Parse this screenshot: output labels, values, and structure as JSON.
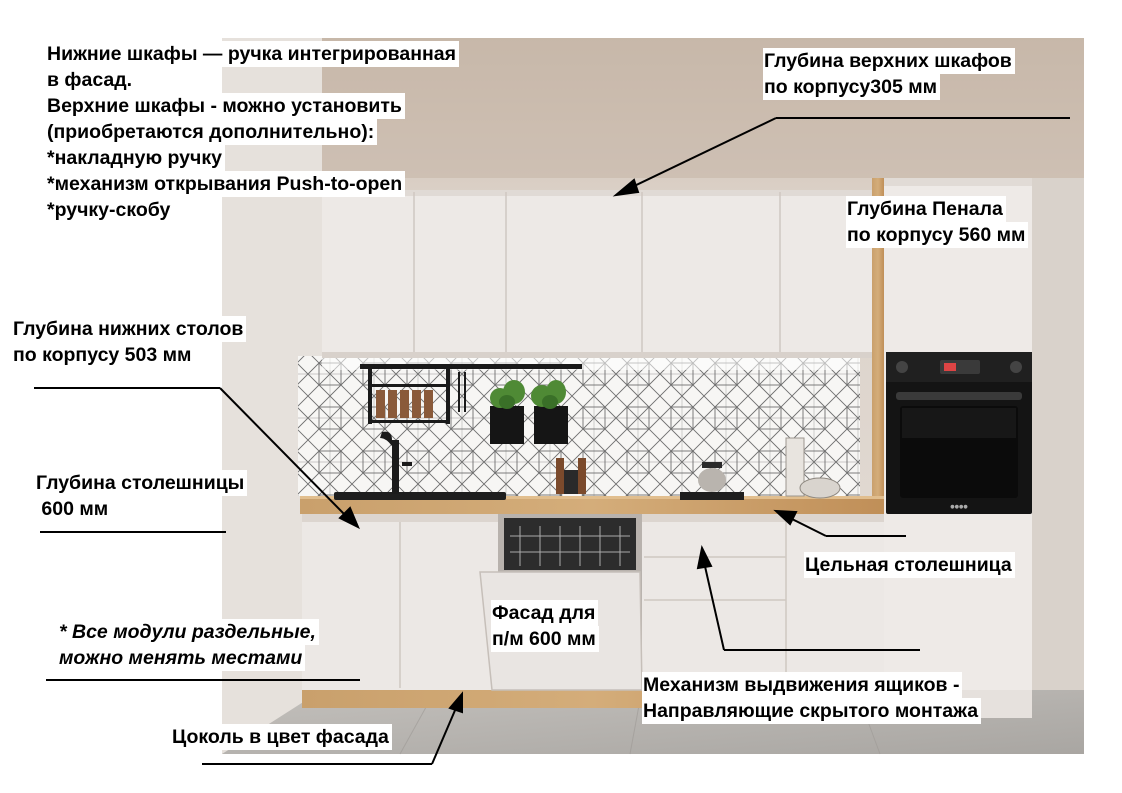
{
  "annotations": {
    "top_left": [
      "Нижние шкафы — ручка интегрированная",
      "в фасад.",
      "Верхние шкафы - можно установить",
      "(приобретаются дополнительно):",
      "*накладную ручку",
      "*механизм открывания Push-to-open",
      "*ручку-скобу"
    ],
    "upper_cabinets_depth": [
      "Глубина верхних шкафов",
      "по корпусу305 мм"
    ],
    "tall_cabinet_depth": [
      "Глубина Пенала",
      "по корпусу 560 мм"
    ],
    "lower_cabinets_depth": [
      "Глубина нижних столов",
      "по корпусу 503 мм"
    ],
    "countertop_depth": [
      "Глубина столешницы",
      " 600 мм"
    ],
    "solid_countertop": [
      "Цельная столешница"
    ],
    "dishwasher_facade": [
      "Фасад для",
      "п/м 600 мм"
    ],
    "modules_note": [
      "* Все модули раздельные,",
      "можно менять местами"
    ],
    "drawer_mechanism": [
      "Механизм выдвижения ящиков -",
      "Направляющие скрытого монтажа"
    ],
    "plinth": [
      "Цоколь в цвет фасада"
    ]
  },
  "colors": {
    "wall": "#ddd5cf",
    "ceiling": "#c7b8aa",
    "cabinet_white": "#efebe8",
    "wood": "#c69a63",
    "floor": "#b9b6b2",
    "oven": "#121212",
    "tile_line": "#6f6f6f"
  },
  "icons": {
    "oven_brand": "oven-logo-icon"
  }
}
